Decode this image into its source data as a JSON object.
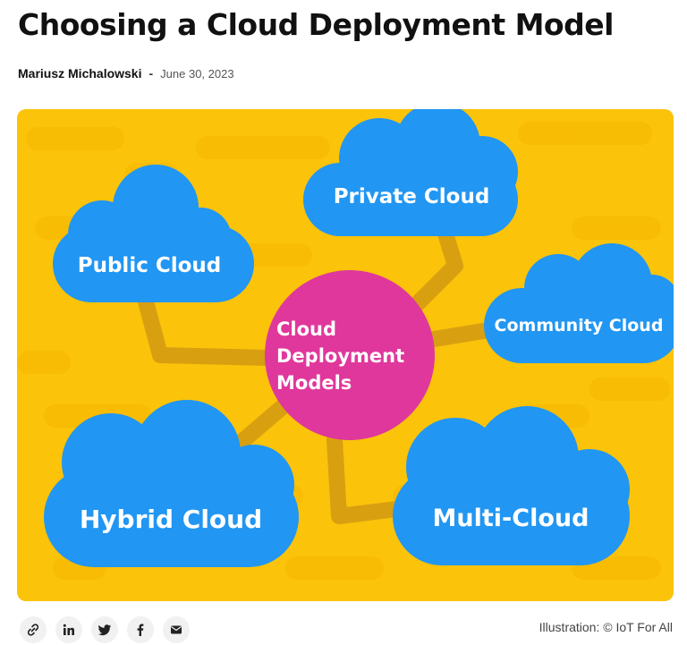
{
  "article": {
    "title": "Choosing a Cloud Deployment Model",
    "author": "Mariusz Michalowski",
    "separator": "-",
    "date": "June 30, 2023"
  },
  "hero": {
    "center_label": [
      "Cloud",
      "Deployment",
      "Models"
    ],
    "clouds": {
      "private": "Private Cloud",
      "public": "Public Cloud",
      "community": "Community Cloud",
      "hybrid": "Hybrid Cloud",
      "multi": "Multi-Cloud"
    },
    "colors": {
      "background": "#fbc30a",
      "cloud": "#2196f3",
      "center": "#e0379c",
      "connector": "#d8a010"
    }
  },
  "share": {
    "icons": [
      "link-icon",
      "linkedin-icon",
      "twitter-icon",
      "facebook-icon",
      "email-icon"
    ]
  },
  "caption": "Illustration: © IoT For All"
}
